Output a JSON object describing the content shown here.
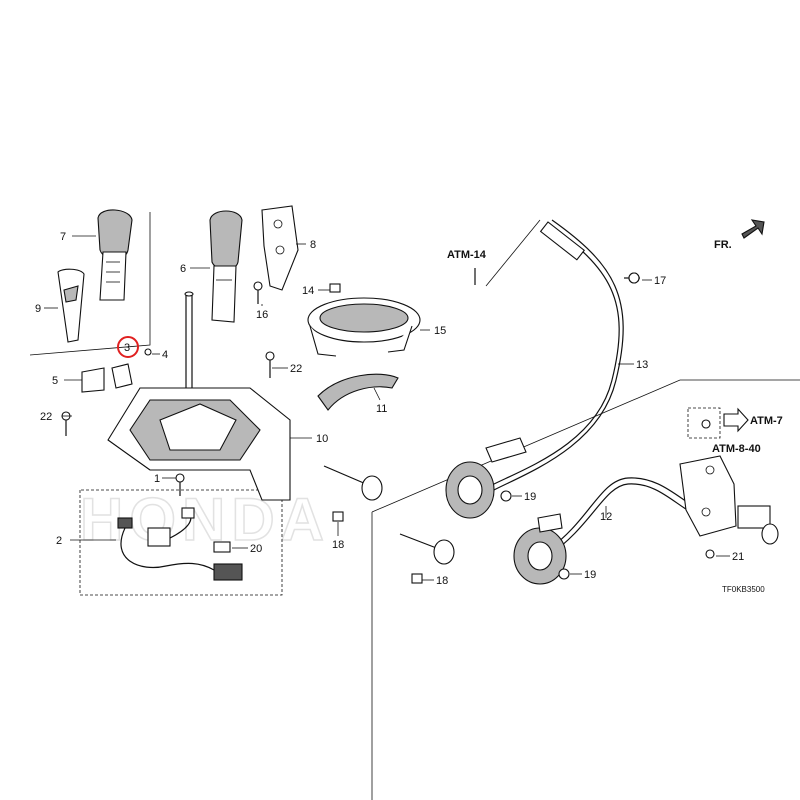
{
  "callouts": {
    "c1": "1",
    "c2": "2",
    "c3": "3",
    "c4": "4",
    "c5": "5",
    "c6": "6",
    "c7": "7",
    "c8": "8",
    "c9": "9",
    "c10": "10",
    "c11": "11",
    "c12": "12",
    "c13": "13",
    "c14": "14",
    "c15": "15",
    "c16": "16",
    "c17": "17",
    "c18a": "18",
    "c18b": "18",
    "c19a": "19",
    "c19b": "19",
    "c20": "20",
    "c21": "21",
    "c22a": "22",
    "c22b": "22"
  },
  "references": {
    "atm14": "ATM-14",
    "atm7": "ATM-7",
    "atm840": "ATM-8-40",
    "front": "FR."
  },
  "diagram_code": "TF0KB3500",
  "watermark": "HONDA",
  "highlight": {
    "callout": "3",
    "color": "#e02020"
  }
}
